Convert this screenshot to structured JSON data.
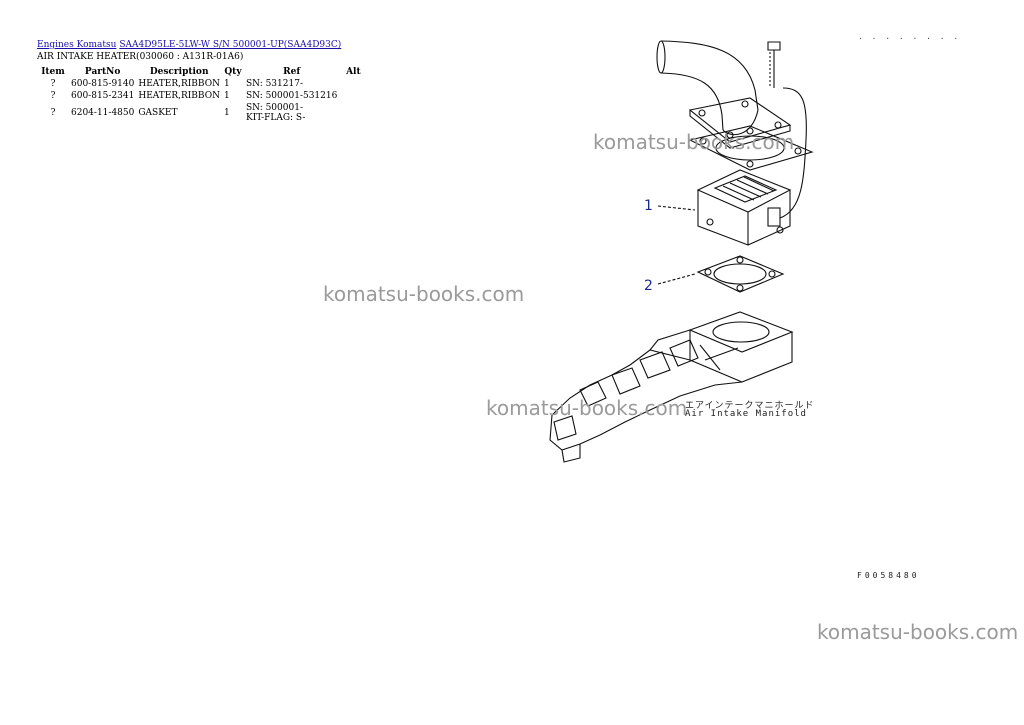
{
  "breadcrumb": {
    "links": [
      "Engines Komatsu",
      "SAA4D95LE-5LW-W S/N 500001-UP(SAA4D93C)"
    ]
  },
  "subtitle": "AIR INTAKE HEATER(030060 : A131R-01A6)",
  "table": {
    "headers": [
      "Item",
      "PartNo",
      "Description",
      "Qty",
      "Ref",
      "Alt"
    ],
    "rows": [
      {
        "item": "?",
        "partno": "600-815-9140",
        "description": "HEATER,RIBBON",
        "qty": "1",
        "ref": "SN: 531217-",
        "ref2": "",
        "alt": ""
      },
      {
        "item": "?",
        "partno": "600-815-2341",
        "description": "HEATER,RIBBON",
        "qty": "1",
        "ref": "SN: 500001-531216",
        "ref2": "",
        "alt": ""
      },
      {
        "item": "?",
        "partno": "6204-11-4850",
        "description": "GASKET",
        "qty": "1",
        "ref": "SN: 500001-",
        "ref2": "KIT-FLAG: S-",
        "alt": ""
      }
    ]
  },
  "diagram": {
    "callouts": [
      "1",
      "2"
    ],
    "caption_jp": "エアインテークマニホールド",
    "caption_en": "Air Intake Manifold",
    "top_dots": "· · · · · · · ·",
    "figure_code": "F0058480"
  },
  "watermarks": [
    "komatsu-books.com",
    "komatsu-books.com",
    "komatsu-books.com",
    "komatsu-books.com"
  ]
}
